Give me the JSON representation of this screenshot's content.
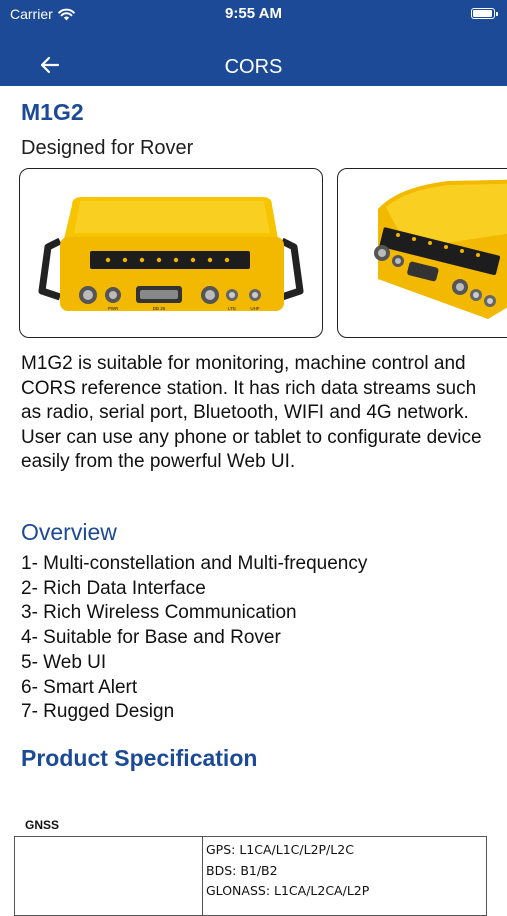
{
  "status_bar": {
    "carrier": "Carrier",
    "time": "9:55 AM",
    "icons": [
      "wifi-icon",
      "battery-icon"
    ]
  },
  "nav": {
    "title": "CORS",
    "back_icon": "arrow-left-icon"
  },
  "product": {
    "name": "M1G2",
    "tagline": "Designed for Rover",
    "images": [
      {
        "name": "receiver-front-photo"
      },
      {
        "name": "receiver-angle-photo"
      }
    ],
    "port_labels": [
      "PWR",
      "DB 25",
      "LTE",
      "UHF"
    ],
    "description": "M1G2 is suitable for monitoring, machine control and CORS reference station. It has rich data streams such as radio, serial port, Bluetooth, WIFI and 4G network. User can use any phone or tablet to configurate device easily from the powerful Web UI."
  },
  "overview": {
    "heading": "Overview",
    "items": [
      "1- Multi-constellation and Multi-frequency",
      "2- Rich Data Interface",
      "3- Rich Wireless Communication",
      "4- Suitable for Base and Rover",
      "5- Web UI",
      "6- Smart Alert",
      "7- Rugged Design"
    ]
  },
  "specification": {
    "heading": "Product Specification",
    "gnss_label": "GNSS",
    "gnss_rows": [
      "GPS: L1CA/L1C/L2P/L2C",
      "BDS: B1/B2",
      "GLONASS: L1CA/L2CA/L2P"
    ]
  },
  "colors": {
    "header": "#1c4a96",
    "heading": "#1c4a96",
    "device_yellow": "#f7c400"
  }
}
